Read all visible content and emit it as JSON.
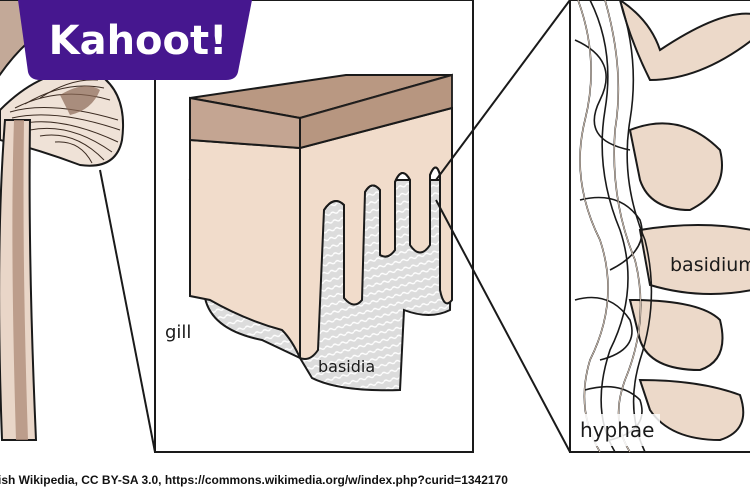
{
  "logo": {
    "text": "Kahoot!",
    "color": "#46178f"
  },
  "labels": {
    "gill": "gill",
    "basidia": "basidia",
    "basidium": "basidium",
    "hyphae": "hyphae"
  },
  "credit": "ish Wikipedia, CC BY-SA 3.0, https://commons.wikimedia.org/w/index.php?curid=1342170",
  "colors": {
    "cap_brown": "#b99882",
    "flesh": "#f1dccb",
    "outline": "#1a1a1a",
    "basidia_grey": "#d8d8d8"
  }
}
